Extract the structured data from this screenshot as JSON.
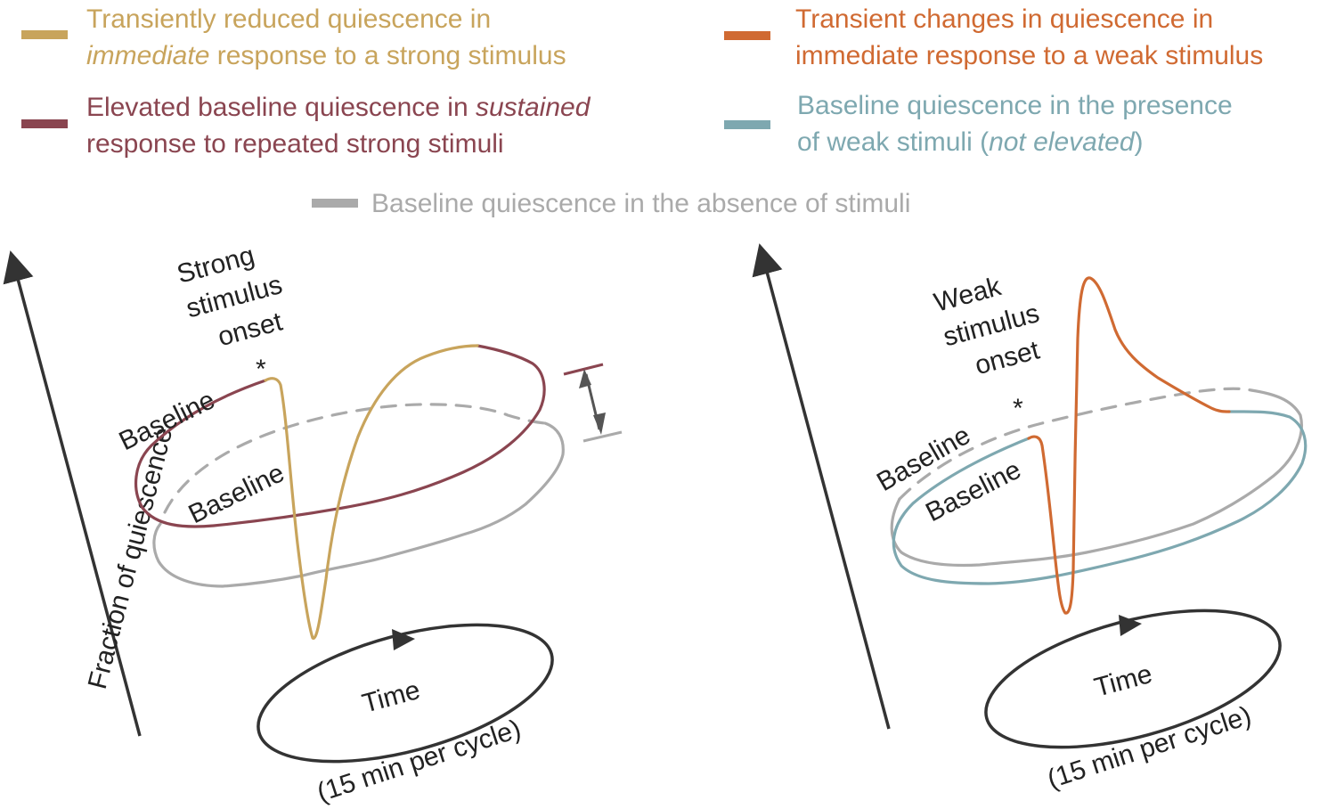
{
  "colors": {
    "strong_immediate": "#c8a45c",
    "strong_sustained": "#8a4550",
    "weak_immediate": "#d06a32",
    "weak_baseline": "#7ea8b0",
    "no_stimulus": "#aaaaaa",
    "ink": "#333333"
  },
  "legend": [
    {
      "id": "strong-immediate",
      "color_key": "strong_immediate",
      "line1": [
        {
          "t": "Transiently reduced quiescence in",
          "i": false
        }
      ],
      "line2": [
        {
          "t": "immediate",
          "i": true
        },
        {
          "t": " response to a strong stimulus",
          "i": false
        }
      ]
    },
    {
      "id": "weak-immediate",
      "color_key": "weak_immediate",
      "line1": [
        {
          "t": "Transient changes in quiescence in",
          "i": false
        }
      ],
      "line2": [
        {
          "t": "immediate response to a weak stimulus",
          "i": false
        }
      ]
    },
    {
      "id": "strong-sustained",
      "color_key": "strong_sustained",
      "line1": [
        {
          "t": "Elevated baseline quiescence in ",
          "i": false
        },
        {
          "t": "sustained",
          "i": true
        }
      ],
      "line2": [
        {
          "t": "response to repeated strong stimuli",
          "i": false
        }
      ]
    },
    {
      "id": "weak-baseline",
      "color_key": "weak_baseline",
      "line1": [
        {
          "t": "Baseline quiescence in the presence",
          "i": false
        }
      ],
      "line2": [
        {
          "t": "of weak stimuli (",
          "i": false
        },
        {
          "t": "not elevated",
          "i": true
        },
        {
          "t": ")",
          "i": false
        }
      ]
    },
    {
      "id": "no-stimulus",
      "color_key": "no_stimulus",
      "line1": [
        {
          "t": "Baseline quiescence in the absence of stimuli",
          "i": false
        }
      ],
      "line2": []
    }
  ],
  "left_panel": {
    "y_axis_label": "Fraction of quiescence",
    "onset_label": [
      "Strong",
      "stimulus",
      "onset"
    ],
    "onset_marker": "*",
    "baseline_label_elevated": "Baseline",
    "baseline_label_gray": "Baseline",
    "time_label": "Time",
    "cycle_label": "(15 min per cycle)"
  },
  "right_panel": {
    "onset_label": [
      "Weak",
      "stimulus",
      "onset"
    ],
    "onset_marker": "*",
    "baseline_label_gray": "Baseline",
    "baseline_label_weak": "Baseline",
    "time_label": "Time",
    "cycle_label": "(15 min per cycle)"
  }
}
